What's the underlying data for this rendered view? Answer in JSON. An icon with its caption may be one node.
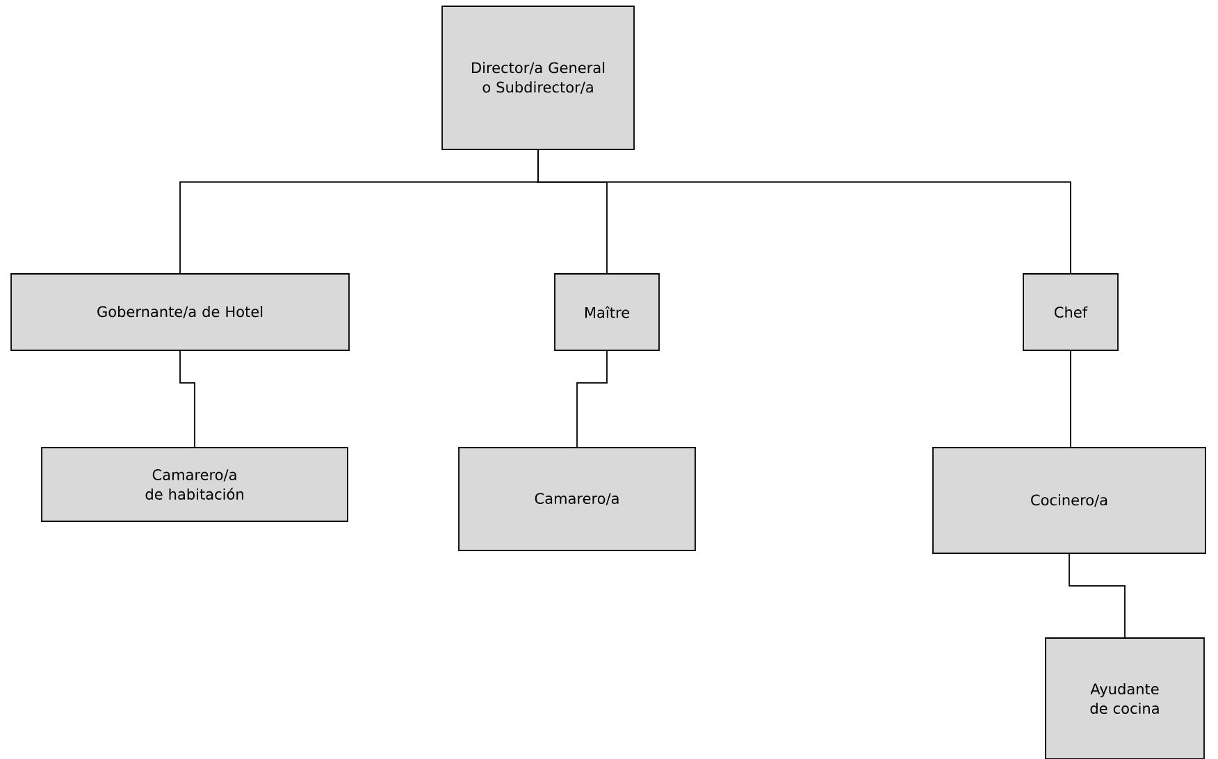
{
  "diagram": {
    "nodes": [
      {
        "text": [
          "Director/a General o Subdirector/a"
        ]
      },
      {
        "text": [
          "Gobernante/a de Hotel"
        ]
      },
      {
        "text": [
          "Maître"
        ]
      },
      {
        "text": [
          "Chef"
        ]
      },
      {
        "text": [
          "Camarero/a de habitación"
        ]
      },
      {
        "text": [
          "Camarero/a"
        ]
      },
      {
        "text": [
          "Cocinero/a"
        ]
      },
      {
        "text": [
          "Ayudante de cocina"
        ]
      }
    ],
    "edges": [
      {
        "from": 0,
        "to": 1,
        "arrow": "none"
      },
      {
        "from": 0,
        "to": 2,
        "arrow": "none"
      },
      {
        "from": 0,
        "to": 3,
        "arrow": "none"
      },
      {
        "from": 1,
        "to": 4,
        "arrow": "none"
      },
      {
        "from": 2,
        "to": 5,
        "arrow": "none"
      },
      {
        "from": 3,
        "to": 6,
        "arrow": "none"
      },
      {
        "from": 6,
        "to": 7,
        "arrow": "none"
      }
    ]
  }
}
